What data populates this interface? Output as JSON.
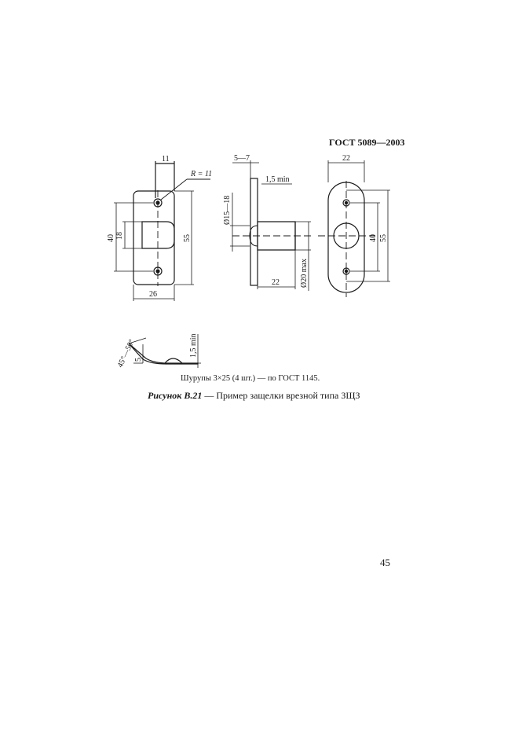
{
  "header": {
    "standard": "ГОСТ 5089—2003"
  },
  "drawing": {
    "front_view": {
      "dim_top": "11",
      "radius": "R = 11",
      "dim_outer_height": "40",
      "dim_inner_height": "18",
      "dim_total_height": "55",
      "dim_width": "26"
    },
    "side_view": {
      "dim_plate": "5—7",
      "dim_gap": "1,5 min",
      "dim_diameter": "Ø15—18",
      "dim_bolt_diameter": "Ø20 max",
      "dim_length": "22"
    },
    "right_view": {
      "dim_width": "22",
      "dim_hole_spacing": "40",
      "dim_height": "55"
    },
    "detail": {
      "angle": "45°—50°",
      "dim_depth": "5",
      "dim_gap": "1,5 min"
    }
  },
  "note": "Шурупы 3×25 (4 шт.) — по ГОСТ 1145.",
  "caption": {
    "figure_label": "Рисунок В.21",
    "text": " — Пример защелки врезной типа ЗЩЗ"
  },
  "page_number": "45"
}
